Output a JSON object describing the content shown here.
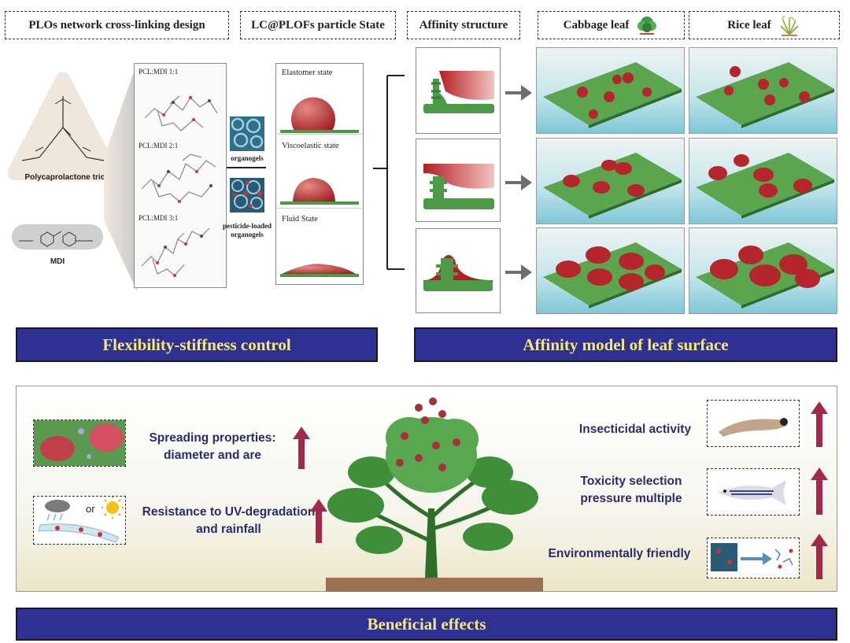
{
  "headers": {
    "design": "PLOs network cross-linking design",
    "particle": "LC@PLOFs particle State",
    "affinity": "Affinity structure",
    "cabbage": "Cabbage leaf",
    "rice": "Rice leaf"
  },
  "chemistry": {
    "triol_label": "Polycaprolactone triol",
    "mdi_label": "MDI"
  },
  "ratios": [
    "PCL:MDI 1:1",
    "PCL:MDI 2:1",
    "PCL:MDI 3:1"
  ],
  "gels": {
    "organogels": "organogels",
    "pesticide_loaded": "pesticide-loaded organogels"
  },
  "states": [
    "Elastomer state",
    "Viscoelastic state",
    "Fluid State"
  ],
  "bars": {
    "flexibility": "Flexibility-stiffness control",
    "affinity_model": "Affinity model of leaf surface",
    "beneficial": "Beneficial effects"
  },
  "benefits": {
    "spreading": "Spreading properties: diameter and  are",
    "resistance": "Resistance to UV-degradation and rainfall",
    "or_text": "or",
    "insecticidal": "Insecticidal activity",
    "toxicity": "Toxicity selection pressure multiple",
    "environment": "Environmentally friendly"
  },
  "colors": {
    "bar_fill": "#2e3191",
    "bar_text": "#f3e97a",
    "droplet": "#b5262c",
    "leaf_green": "#4c9a47",
    "arrow_red": "#a3284a"
  },
  "icons": [
    "cabbage-icon",
    "rice-icon",
    "up-arrow-icon",
    "right-arrow-icon",
    "cloud-rain-icon",
    "sun-icon",
    "larva-icon",
    "fish-icon"
  ]
}
